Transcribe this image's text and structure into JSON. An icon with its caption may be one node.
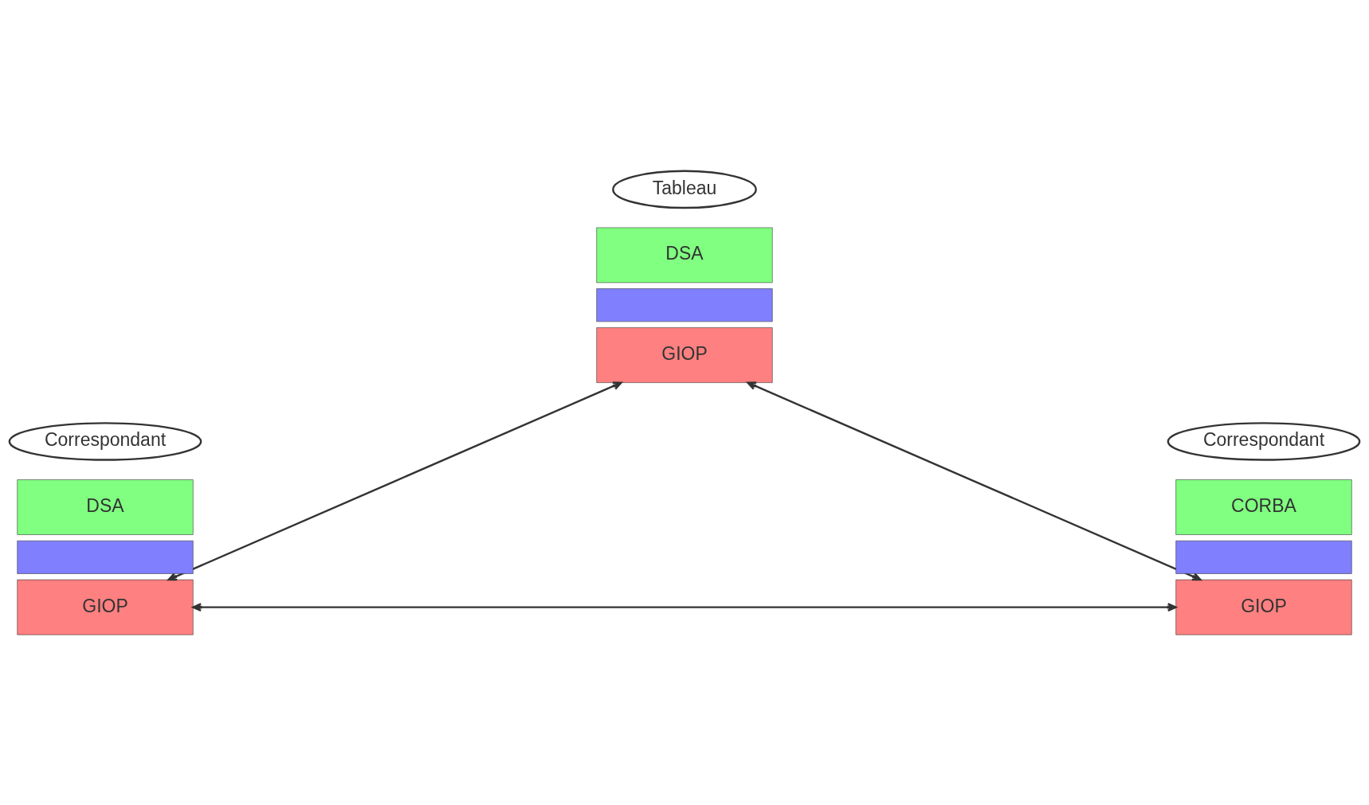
{
  "diagram": {
    "nodes": [
      {
        "text": [
          "Tableau"
        ]
      },
      {
        "text": [
          "DSA"
        ]
      },
      {
        "text": [],
        "shape": "box"
      },
      {
        "text": [
          "GIOP"
        ]
      },
      {
        "text": [
          "Correspondant"
        ]
      },
      {
        "text": [
          "DSA"
        ]
      },
      {
        "text": [],
        "shape": "box"
      },
      {
        "text": [
          "GIOP"
        ]
      },
      {
        "text": [
          "Correspondant"
        ]
      },
      {
        "text": [
          "CORBA"
        ]
      },
      {
        "text": [],
        "shape": "box"
      },
      {
        "text": [
          "GIOP"
        ]
      }
    ],
    "edges": [
      {
        "from": 3,
        "to": 7,
        "arrow": "both"
      },
      {
        "from": 3,
        "to": 11,
        "arrow": "both"
      },
      {
        "from": 7,
        "to": 11,
        "arrow": "both"
      }
    ]
  }
}
